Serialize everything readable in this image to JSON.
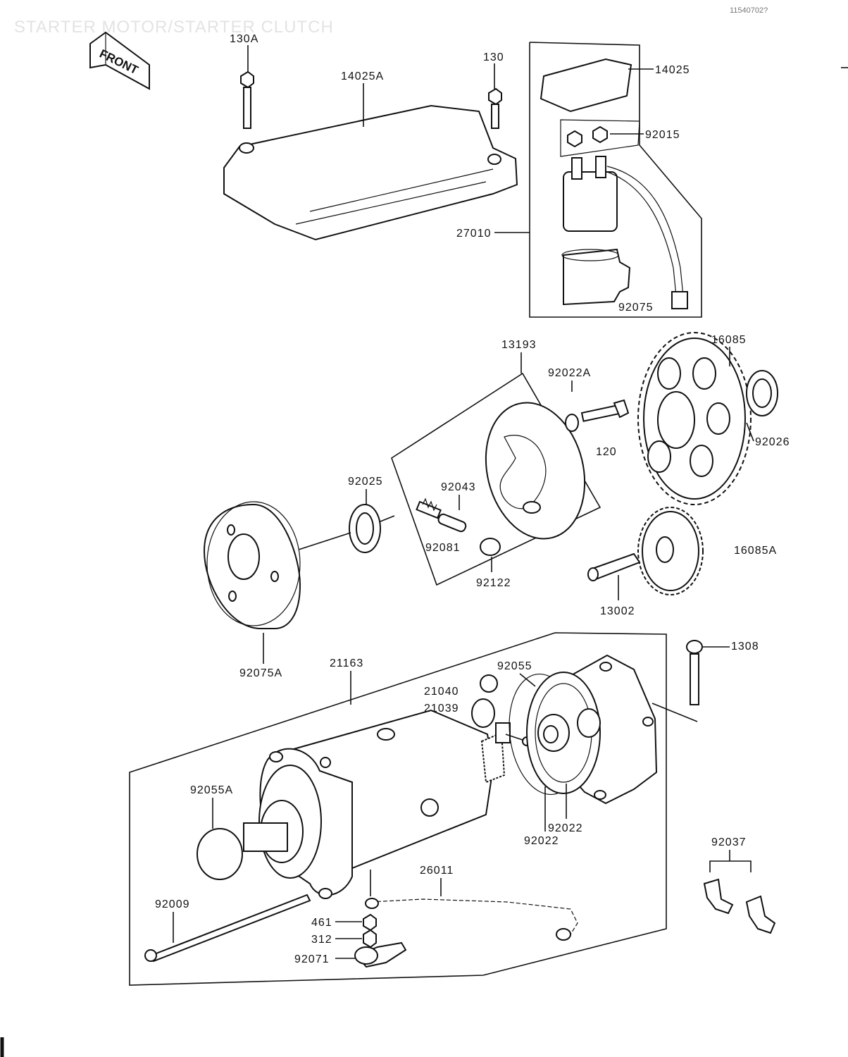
{
  "page": {
    "title": "STARTER MOTOR/STARTER CLUTCH",
    "drawing_code": "11540702?",
    "front_tag": "FRONT"
  },
  "parts": {
    "p130A": "130A",
    "p14025A": "14025A",
    "p130": "130",
    "p14025": "14025",
    "p92015": "92015",
    "p27010": "27010",
    "p92075": "92075",
    "p13193": "13193",
    "p92022A": "92022A",
    "p16085": "16085",
    "p120": "120",
    "p92026": "92026",
    "p92025": "92025",
    "p92043": "92043",
    "p92081": "92081",
    "p92122": "92122",
    "p16085A": "16085A",
    "p13002": "13002",
    "p92075A": "92075A",
    "p1308": "1308",
    "p21163": "21163",
    "p92055": "92055",
    "p21040": "21040",
    "p21039": "21039",
    "p92055A": "92055A",
    "p92022a": "92022",
    "p92022b": "92022",
    "p92037": "92037",
    "p26011": "26011",
    "p92009": "92009",
    "p461": "461",
    "p312": "312",
    "p92071": "92071"
  }
}
